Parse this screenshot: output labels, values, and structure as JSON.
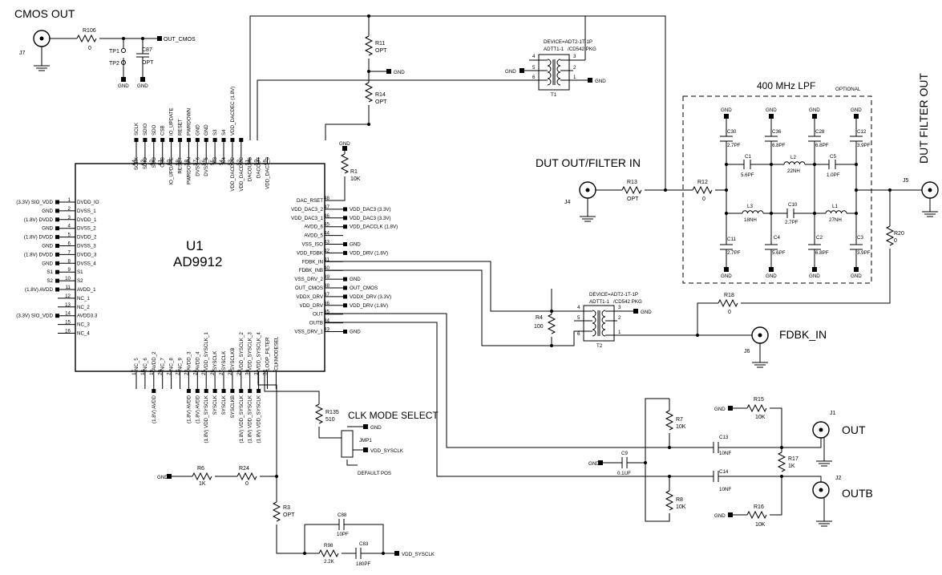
{
  "titles": {
    "cmos_out": "CMOS OUT",
    "dut_out_filter_in": "DUT OUT/FILTER IN",
    "dut_filter_out": "DUT FILTER OUT",
    "lpf": "400 MHz LPF",
    "optional": "OPTIONAL",
    "fdbk_in": "FDBK_IN",
    "out": "OUT",
    "outb": "OUTB",
    "clk_mode_select": "CLK MODE SELECT",
    "default_pos": "DEFAULT POS"
  },
  "chip": {
    "ref": "U1",
    "part": "AD9912"
  },
  "left_pins": [
    {
      "n": "1",
      "name": "DVDD_IO",
      "net": "(3.3V) SIO_VDD"
    },
    {
      "n": "2",
      "name": "DVSS_1",
      "net": "GND"
    },
    {
      "n": "3",
      "name": "DVDD_1",
      "net": "(1.8V) DVDD"
    },
    {
      "n": "4",
      "name": "DVSS_2",
      "net": "GND"
    },
    {
      "n": "5",
      "name": "DVDD_2",
      "net": "(1.8V) DVDD"
    },
    {
      "n": "6",
      "name": "DVSS_3",
      "net": "GND"
    },
    {
      "n": "7",
      "name": "DVDD_3",
      "net": "(1.8V) DVDD"
    },
    {
      "n": "8",
      "name": "DVSS_4",
      "net": "GND"
    },
    {
      "n": "9",
      "name": "S1",
      "net": "S1"
    },
    {
      "n": "10",
      "name": "S2",
      "net": "S2"
    },
    {
      "n": "11",
      "name": "AVDD_1",
      "net": "(1.8V) AVDD"
    },
    {
      "n": "12",
      "name": "NC_1",
      "net": ""
    },
    {
      "n": "13",
      "name": "NC_2",
      "net": ""
    },
    {
      "n": "14",
      "name": "AVDD3.3",
      "net": "(3.3V) SIO_VDD"
    },
    {
      "n": "15",
      "name": "NC_3",
      "net": ""
    },
    {
      "n": "16",
      "name": "NC_4",
      "net": ""
    }
  ],
  "right_pins": [
    {
      "n": "48",
      "name": "DAC_RSET",
      "net": ""
    },
    {
      "n": "47",
      "name": "VDD_DAC3_2",
      "net": "VDD_DAC3",
      "note": "(3.3V)"
    },
    {
      "n": "46",
      "name": "VDD_DAC3_1",
      "net": "VDD_DAC3",
      "note": "(3.3V)"
    },
    {
      "n": "45",
      "name": "AVDD_6",
      "net": "VDD_DACCLK",
      "note": "(1.8V)"
    },
    {
      "n": "44",
      "name": "AVDD_5",
      "net": "",
      "note": ""
    },
    {
      "n": "43",
      "name": "VSS_ISO",
      "net": "GND",
      "note": ""
    },
    {
      "n": "42",
      "name": "VDD_FDBK",
      "net": "VDD_DRV",
      "note": "(1.8V)"
    },
    {
      "n": "41",
      "name": "FDBK_IN",
      "net": "",
      "note": ""
    },
    {
      "n": "40",
      "name": "FDBK_INB",
      "net": "",
      "note": ""
    },
    {
      "n": "39",
      "name": "VSS_DRV_2",
      "net": "GND",
      "note": ""
    },
    {
      "n": "38",
      "name": "OUT_CMOS",
      "net": "OUT_CMOS",
      "note": ""
    },
    {
      "n": "37",
      "name": "VDDX_DRV",
      "net": "VDDX_DRV",
      "note": "(3.3V)"
    },
    {
      "n": "36",
      "name": "VDD_DRV",
      "net": "VDD_DRV",
      "note": "(1.8V)"
    },
    {
      "n": "35",
      "name": "OUT",
      "net": "",
      "note": ""
    },
    {
      "n": "34",
      "name": "OUTB",
      "net": "",
      "note": ""
    },
    {
      "n": "33",
      "name": "VSS_DRV_1",
      "net": "GND",
      "note": ""
    }
  ],
  "top_pins": [
    {
      "n": "64",
      "name": "SCLK",
      "net": "SCLK"
    },
    {
      "n": "63",
      "name": "SDIO",
      "net": "SDIO"
    },
    {
      "n": "62",
      "name": "SDO",
      "net": "SDO"
    },
    {
      "n": "61",
      "name": "CSB",
      "net": "CSB"
    },
    {
      "n": "60",
      "name": "IO_UPDATE",
      "net": "IO_UPDATE"
    },
    {
      "n": "59",
      "name": "RESET",
      "net": "RESET"
    },
    {
      "n": "58",
      "name": "PWRDOWN",
      "net": "PWRDOWN"
    },
    {
      "n": "57",
      "name": "DVSS_6",
      "net": "GND"
    },
    {
      "n": "56",
      "name": "DVSS_5",
      "net": "GND"
    },
    {
      "n": "55",
      "name": "S3",
      "net": "S3"
    },
    {
      "n": "54",
      "name": "S4",
      "net": "S4"
    },
    {
      "n": "53",
      "name": "VDD_DACDEC",
      "net": "VDD_DACDEC (1.8V)"
    },
    {
      "n": "52",
      "name": "VDD_DACDEC",
      "net": ""
    },
    {
      "n": "51",
      "name": "DACOUTB",
      "net": ""
    },
    {
      "n": "50",
      "name": "DACOUT",
      "net": ""
    },
    {
      "n": "49",
      "name": "VDD_DAC3_3",
      "net": "VDD_DAC3 (3.3V)"
    }
  ],
  "bottom_pins": [
    {
      "n": "17",
      "name": "NC_5",
      "net": ""
    },
    {
      "n": "18",
      "name": "NC_6",
      "net": ""
    },
    {
      "n": "19",
      "name": "AVDD_2",
      "net": "(1.8V) AVDD"
    },
    {
      "n": "20",
      "name": "NC_7",
      "net": ""
    },
    {
      "n": "21",
      "name": "NC_8",
      "net": ""
    },
    {
      "n": "22",
      "name": "NC_9",
      "net": ""
    },
    {
      "n": "23",
      "name": "AVDD_3",
      "net": "(1.8V) AVDD"
    },
    {
      "n": "24",
      "name": "AVDD_4",
      "net": "(1.8V) AVDD"
    },
    {
      "n": "25",
      "name": "VDD_SYSCLK_1",
      "net": "(1.8V) VDD_SYSCLK"
    },
    {
      "n": "26",
      "name": "SYSCLK",
      "net": "SYSCLK"
    },
    {
      "n": "27",
      "name": "SYSCLK",
      "net": "SYSCLK"
    },
    {
      "n": "28",
      "name": "SYSCLKB",
      "net": "SYSCLKB"
    },
    {
      "n": "29",
      "name": "VDD_SYSCLK_2",
      "net": "(1.8V) VDD_SYSCLK"
    },
    {
      "n": "30",
      "name": "VDD_SYSCLK_3",
      "net": "(1.8V) VDD_SYSCLK"
    },
    {
      "n": "31",
      "name": "VDD_SYSCLK_4",
      "net": "(1.8V) VDD_SYSCLK"
    },
    {
      "n": "32",
      "name": "LOOP_FILTER",
      "net": ""
    },
    {
      "n": "-",
      "name": "CLKMODESEL",
      "net": ""
    }
  ],
  "labels": {
    "gnd": "GND",
    "out_cmos": "OUT_CMOS",
    "vdd_sysclk": "VDD_SYSCLK",
    "tp1": "TP1",
    "tp2": "TP2",
    "device": "DEVICE=ADT2-1T-1P",
    "pkg": "ADTT1-1",
    "pkg2": "/CD542 PKG",
    "t1": "T1",
    "t2": "T2",
    "jmp1": "JMP1"
  },
  "parts": {
    "R106": {
      "ref": "R106",
      "val": "0"
    },
    "C87": {
      "ref": "C87",
      "val": "OPT"
    },
    "R11": {
      "ref": "R11",
      "val": "OPT"
    },
    "R14": {
      "ref": "R14",
      "val": "OPT"
    },
    "R1": {
      "ref": "R1",
      "val": "10K"
    },
    "R13": {
      "ref": "R13",
      "val": "OPT"
    },
    "R12": {
      "ref": "R12",
      "val": "0"
    },
    "C30": {
      "ref": "C30",
      "val": "2.7PF"
    },
    "C36": {
      "ref": "C36",
      "val": "6.8PF"
    },
    "C28": {
      "ref": "C28",
      "val": "6.8PF"
    },
    "C12": {
      "ref": "C12",
      "val": "3.9PF"
    },
    "C1": {
      "ref": "C1",
      "val": "5.6PF"
    },
    "L2": {
      "ref": "L2",
      "val": "22NH"
    },
    "C5": {
      "ref": "C5",
      "val": "1.0PF"
    },
    "L3": {
      "ref": "L3",
      "val": "18NH"
    },
    "C10": {
      "ref": "C10",
      "val": "2.7PF"
    },
    "L1": {
      "ref": "L1",
      "val": "27NH"
    },
    "C11": {
      "ref": "C11",
      "val": "2.7PF"
    },
    "C4": {
      "ref": "C4",
      "val": "5.6PF"
    },
    "C2": {
      "ref": "C2",
      "val": "6.8PF"
    },
    "C3": {
      "ref": "C3",
      "val": "3.9PF"
    },
    "R20": {
      "ref": "R20",
      "val": "0"
    },
    "R4": {
      "ref": "R4",
      "val": "100"
    },
    "R18": {
      "ref": "R18",
      "val": "0"
    },
    "R135": {
      "ref": "R135",
      "val": "510"
    },
    "R6": {
      "ref": "R6",
      "val": "1K"
    },
    "R24": {
      "ref": "R24",
      "val": "0"
    },
    "R3": {
      "ref": "R3",
      "val": "OPT"
    },
    "C88": {
      "ref": "C88",
      "val": "10PF"
    },
    "R98": {
      "ref": "R98",
      "val": "2.2K"
    },
    "C83": {
      "ref": "C83",
      "val": "180PF"
    },
    "R7": {
      "ref": "R7",
      "val": "10K"
    },
    "R8": {
      "ref": "R8",
      "val": "10K"
    },
    "C9": {
      "ref": "C9",
      "val": "0.1UF"
    },
    "R15": {
      "ref": "R15",
      "val": "10K"
    },
    "R16": {
      "ref": "R16",
      "val": "10K"
    },
    "C13": {
      "ref": "C13",
      "val": "10NF"
    },
    "C14": {
      "ref": "C14",
      "val": "10NF"
    },
    "R17": {
      "ref": "R17",
      "val": "1K"
    }
  },
  "connectors": {
    "J7": "J7",
    "J4": "J4",
    "J5": "J5",
    "J6": "J6",
    "J1": "J1",
    "J2": "J2"
  },
  "transformer_pins": {
    "t1": [
      "4",
      "5",
      "6",
      "3",
      "2",
      "1"
    ],
    "t2": [
      "4",
      "5",
      "6",
      "3",
      "2",
      "1"
    ]
  }
}
